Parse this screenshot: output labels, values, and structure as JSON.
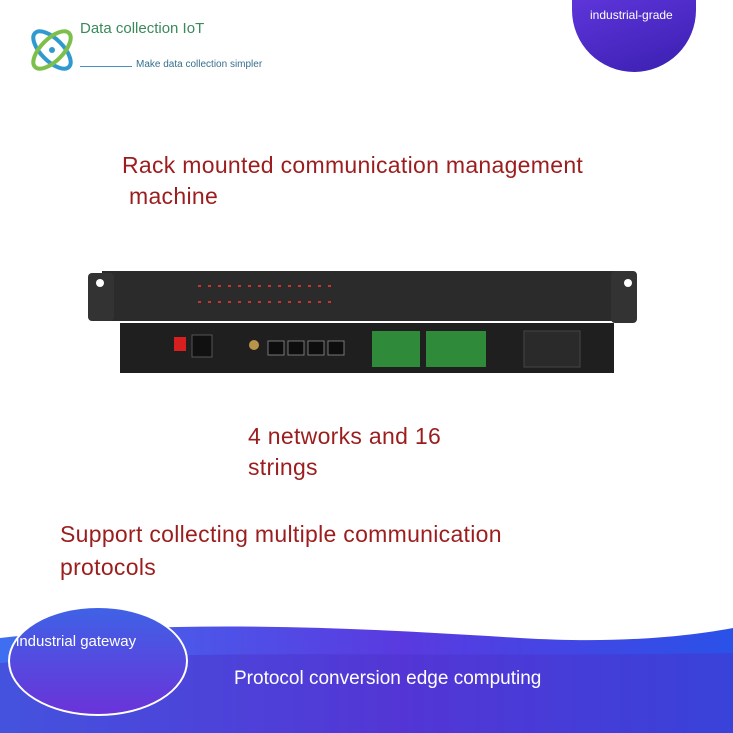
{
  "brand": {
    "name": "Data collection IoT",
    "tagline": "Make data collection simpler",
    "logo_icon": "atom-logo-icon"
  },
  "corner_badge": {
    "text": "industrial-grade"
  },
  "headlines": {
    "product_line1": "Rack mounted communication management",
    "product_line2": "machine",
    "ports_line1": "4 networks and 16",
    "ports_line2": "strings",
    "protocols_line1": "Support collecting multiple communication",
    "protocols_line2": "protocols"
  },
  "footer": {
    "pill_text": "industrial gateway",
    "banner_text": "Protocol conversion edge computing"
  },
  "colors": {
    "headline_red": "#9b1d1d",
    "brand_green": "#3a8a5a",
    "accent_purple": "#5b2fd6",
    "accent_blue": "#2f6bf0"
  }
}
